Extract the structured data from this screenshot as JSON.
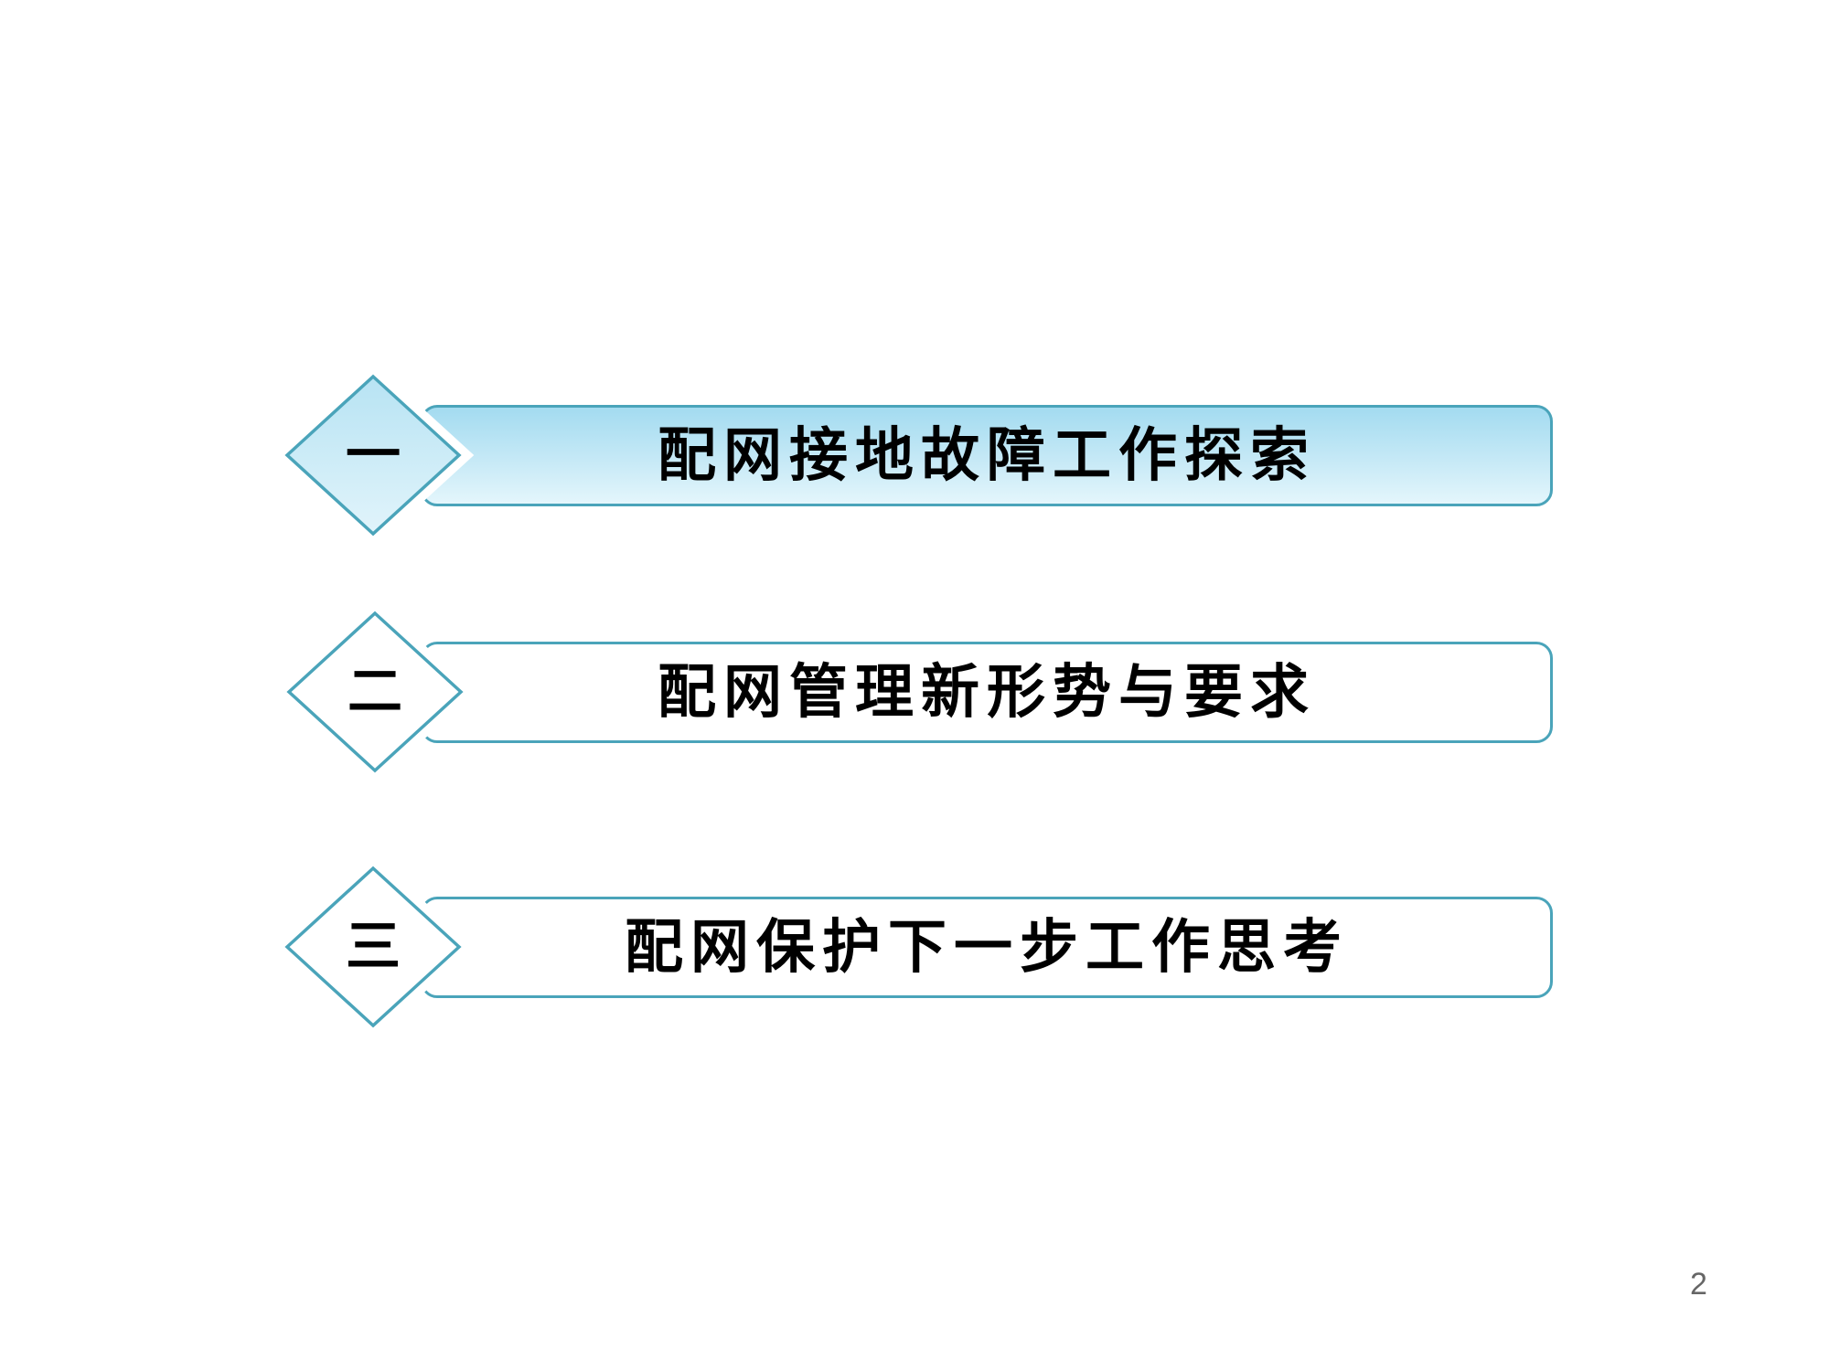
{
  "slide": {
    "type": "agenda",
    "page_number": "2",
    "items": [
      {
        "index_label": "一",
        "title": "配网接地故障工作探索",
        "highlighted": true
      },
      {
        "index_label": "二",
        "title": "配网管理新形势与要求",
        "highlighted": false
      },
      {
        "index_label": "三",
        "title": "配网保护下一步工作思考",
        "highlighted": false
      }
    ],
    "colors": {
      "border_teal": "#4AA4BA",
      "highlight_gradient_top": "#A3DBF0",
      "highlight_gradient_bottom": "#E4F6FC",
      "diamond_gradient_top": "#B7E3F3",
      "diamond_gradient_bottom": "#E1F4FB",
      "plain_fill": "#FFFFFF",
      "text": "#000000",
      "page_number_gray": "#666666"
    }
  }
}
